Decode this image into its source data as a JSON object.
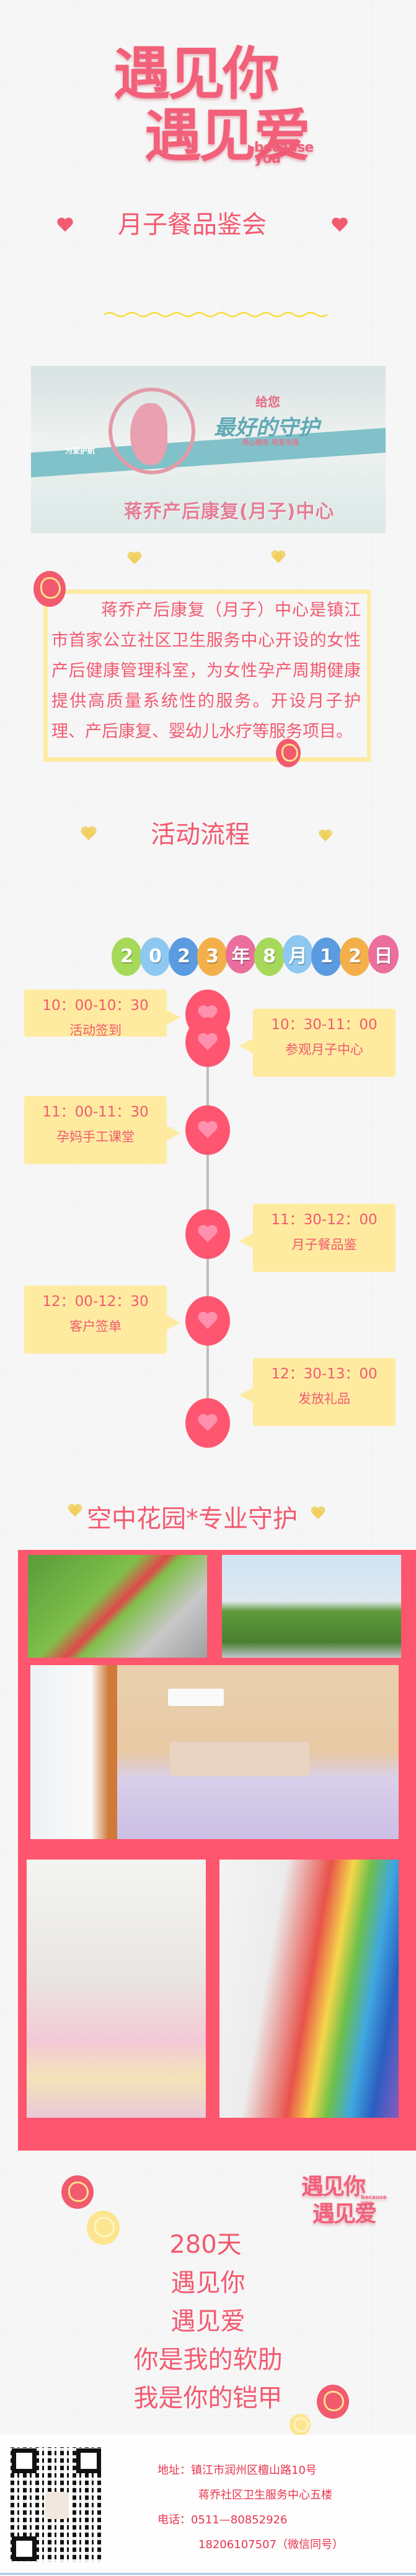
{
  "header": {
    "logo_line1": "遇见你",
    "logo_line2": "遇见爱",
    "logo_en": "because you",
    "title": "月子餐品鉴会"
  },
  "banner": {
    "sign_line1": "给您",
    "sign_line2": "最好的守护",
    "sign_slogan": "用心服务 用爱沟通",
    "sign_ribbon": "为爱护航",
    "sign_name": "蒋乔产后康复(月子)中心"
  },
  "intro": {
    "text": "蒋乔产后康复（月子）中心是镇江市首家公立社区卫生服务中心开设的女性产后健康管理科室，为女性孕产周期健康提供高质量系统性的服务。开设月子护理、产后康复、婴幼儿水疗等服务项目。"
  },
  "schedule": {
    "title": "活动流程",
    "date_chars": [
      {
        "c": "2",
        "color": "#a6d95a"
      },
      {
        "c": "0",
        "color": "#8ec8f0"
      },
      {
        "c": "2",
        "color": "#5b9be0"
      },
      {
        "c": "3",
        "color": "#f3b04a"
      },
      {
        "c": "年",
        "color": "#ea6f9c"
      },
      {
        "c": "8",
        "color": "#a6d95a"
      },
      {
        "c": "月",
        "color": "#8ec8f0"
      },
      {
        "c": "1",
        "color": "#5b9be0"
      },
      {
        "c": "2",
        "color": "#f3b04a"
      },
      {
        "c": "日",
        "color": "#ea6f9c"
      }
    ],
    "items": [
      {
        "time": "10：00-10：30",
        "label": "活动签到"
      },
      {
        "time": "10：30-11：00",
        "label": "参观月子中心"
      },
      {
        "time": "11：00-11：30",
        "label": "孕妈手工课堂"
      },
      {
        "time": "11：30-12：00",
        "label": "月子餐品鉴"
      },
      {
        "time": "12：00-12：30",
        "label": "客户签单"
      },
      {
        "time": "12：30-13：00",
        "label": "发放礼品"
      }
    ]
  },
  "gallery": {
    "title": "空中花园*专业守护",
    "frame_color": "#fe566e"
  },
  "poem": {
    "lines": [
      "280天",
      "遇见你",
      "遇见爱",
      "你是我的软肋",
      "我是你的铠甲"
    ]
  },
  "footer": {
    "address_label": "地址：",
    "address_line1": "镇江市润州区檀山路10号",
    "address_line2": "蒋乔社区卫生服务中心五楼",
    "phone_label": "电话：",
    "phone1": "0511—80852926",
    "phone2": "18206107507（微信同号）"
  }
}
